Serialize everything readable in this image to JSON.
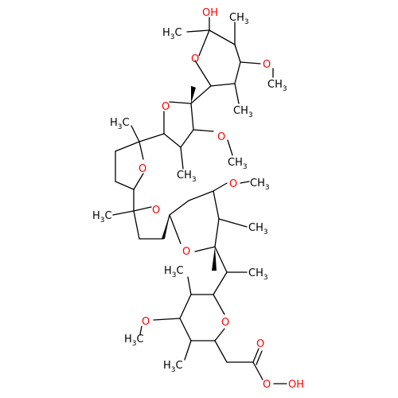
{
  "colors": {
    "bond": "#000000",
    "oxygen": "#ff0000",
    "background": "#ffffff"
  },
  "atoms": {
    "oh_top": "OH",
    "o_ring_a": "O",
    "o_methoxy_a": "O",
    "o_ring_b": "O",
    "o_methoxy_b": "O",
    "o_ring_c": "O",
    "o_spiro_1": "O",
    "o_methoxy_c": "O",
    "o_spiro_2": "O",
    "o_methoxy_d": "O",
    "o_ring_e": "O",
    "o_carbonyl": "O",
    "o_peroxy": "O",
    "oh_peroxy": "OH"
  },
  "methyls": {
    "h3c_top_left": {
      "h": "H",
      "n": "3",
      "c": "C"
    },
    "ch3_top": {
      "c": "CH",
      "n": "3"
    },
    "ch3_ome_a": {
      "c": "CH",
      "n": "3"
    },
    "ch3_ring_a": {
      "c": "CH",
      "n": "3"
    },
    "h3c_thf_upper": {
      "h": "H",
      "n": "3",
      "c": "C"
    },
    "ch3_ome_b": {
      "c": "CH",
      "n": "3"
    },
    "ch3_thf_methyl": {
      "c": "CH",
      "n": "3"
    },
    "ch3_ome_c": {
      "c": "CH",
      "n": "3"
    },
    "h3c_thf_lower": {
      "h": "H",
      "n": "3",
      "c": "C"
    },
    "ch3_spiro_ring": {
      "c": "CH",
      "n": "3"
    },
    "ch3_side_chain": {
      "c": "CH",
      "n": "3"
    },
    "h3c_ring_e_top": {
      "h": "H",
      "n": "3",
      "c": "C"
    },
    "h3c_ome_d": {
      "h": "H",
      "n": "3",
      "c": "C"
    },
    "h3c_ring_e_bottom": {
      "h": "H",
      "n": "3",
      "c": "C"
    }
  }
}
